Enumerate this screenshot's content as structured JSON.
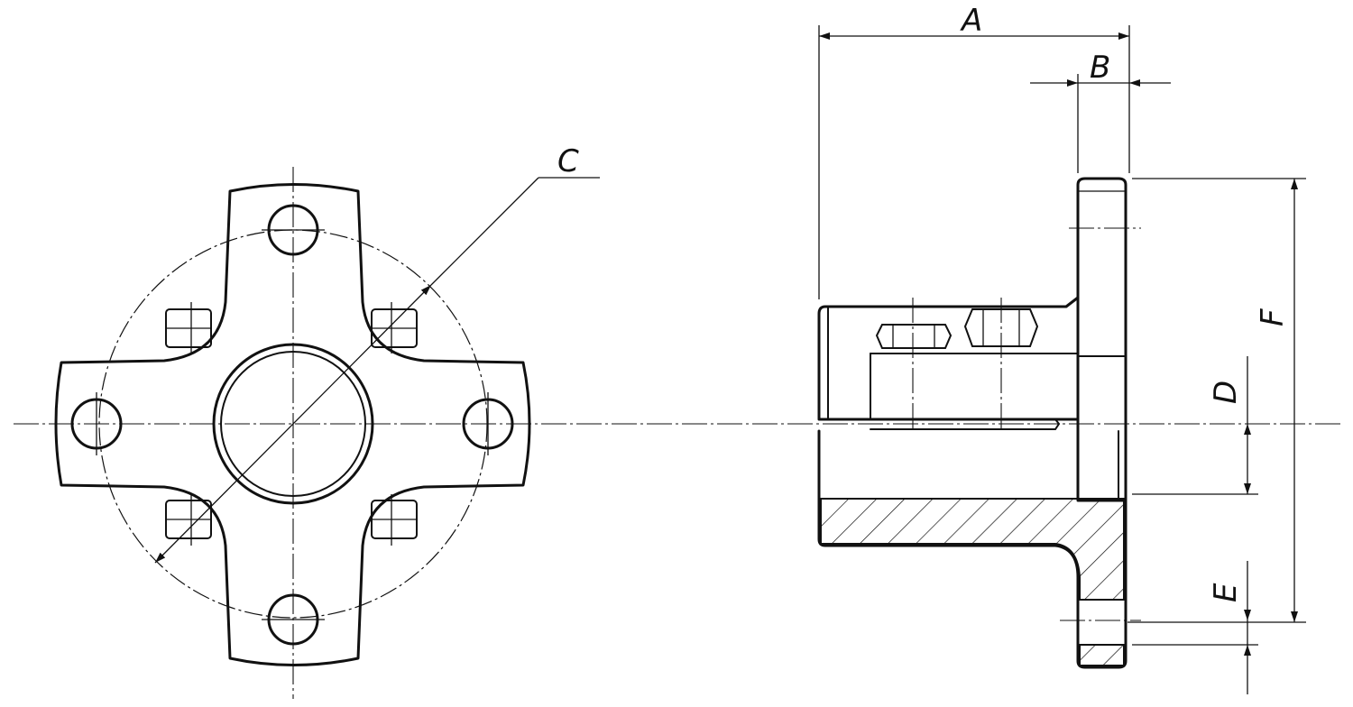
{
  "labels": {
    "A": "A",
    "B": "B",
    "C": "C",
    "D": "D",
    "E": "E",
    "F": "F"
  }
}
